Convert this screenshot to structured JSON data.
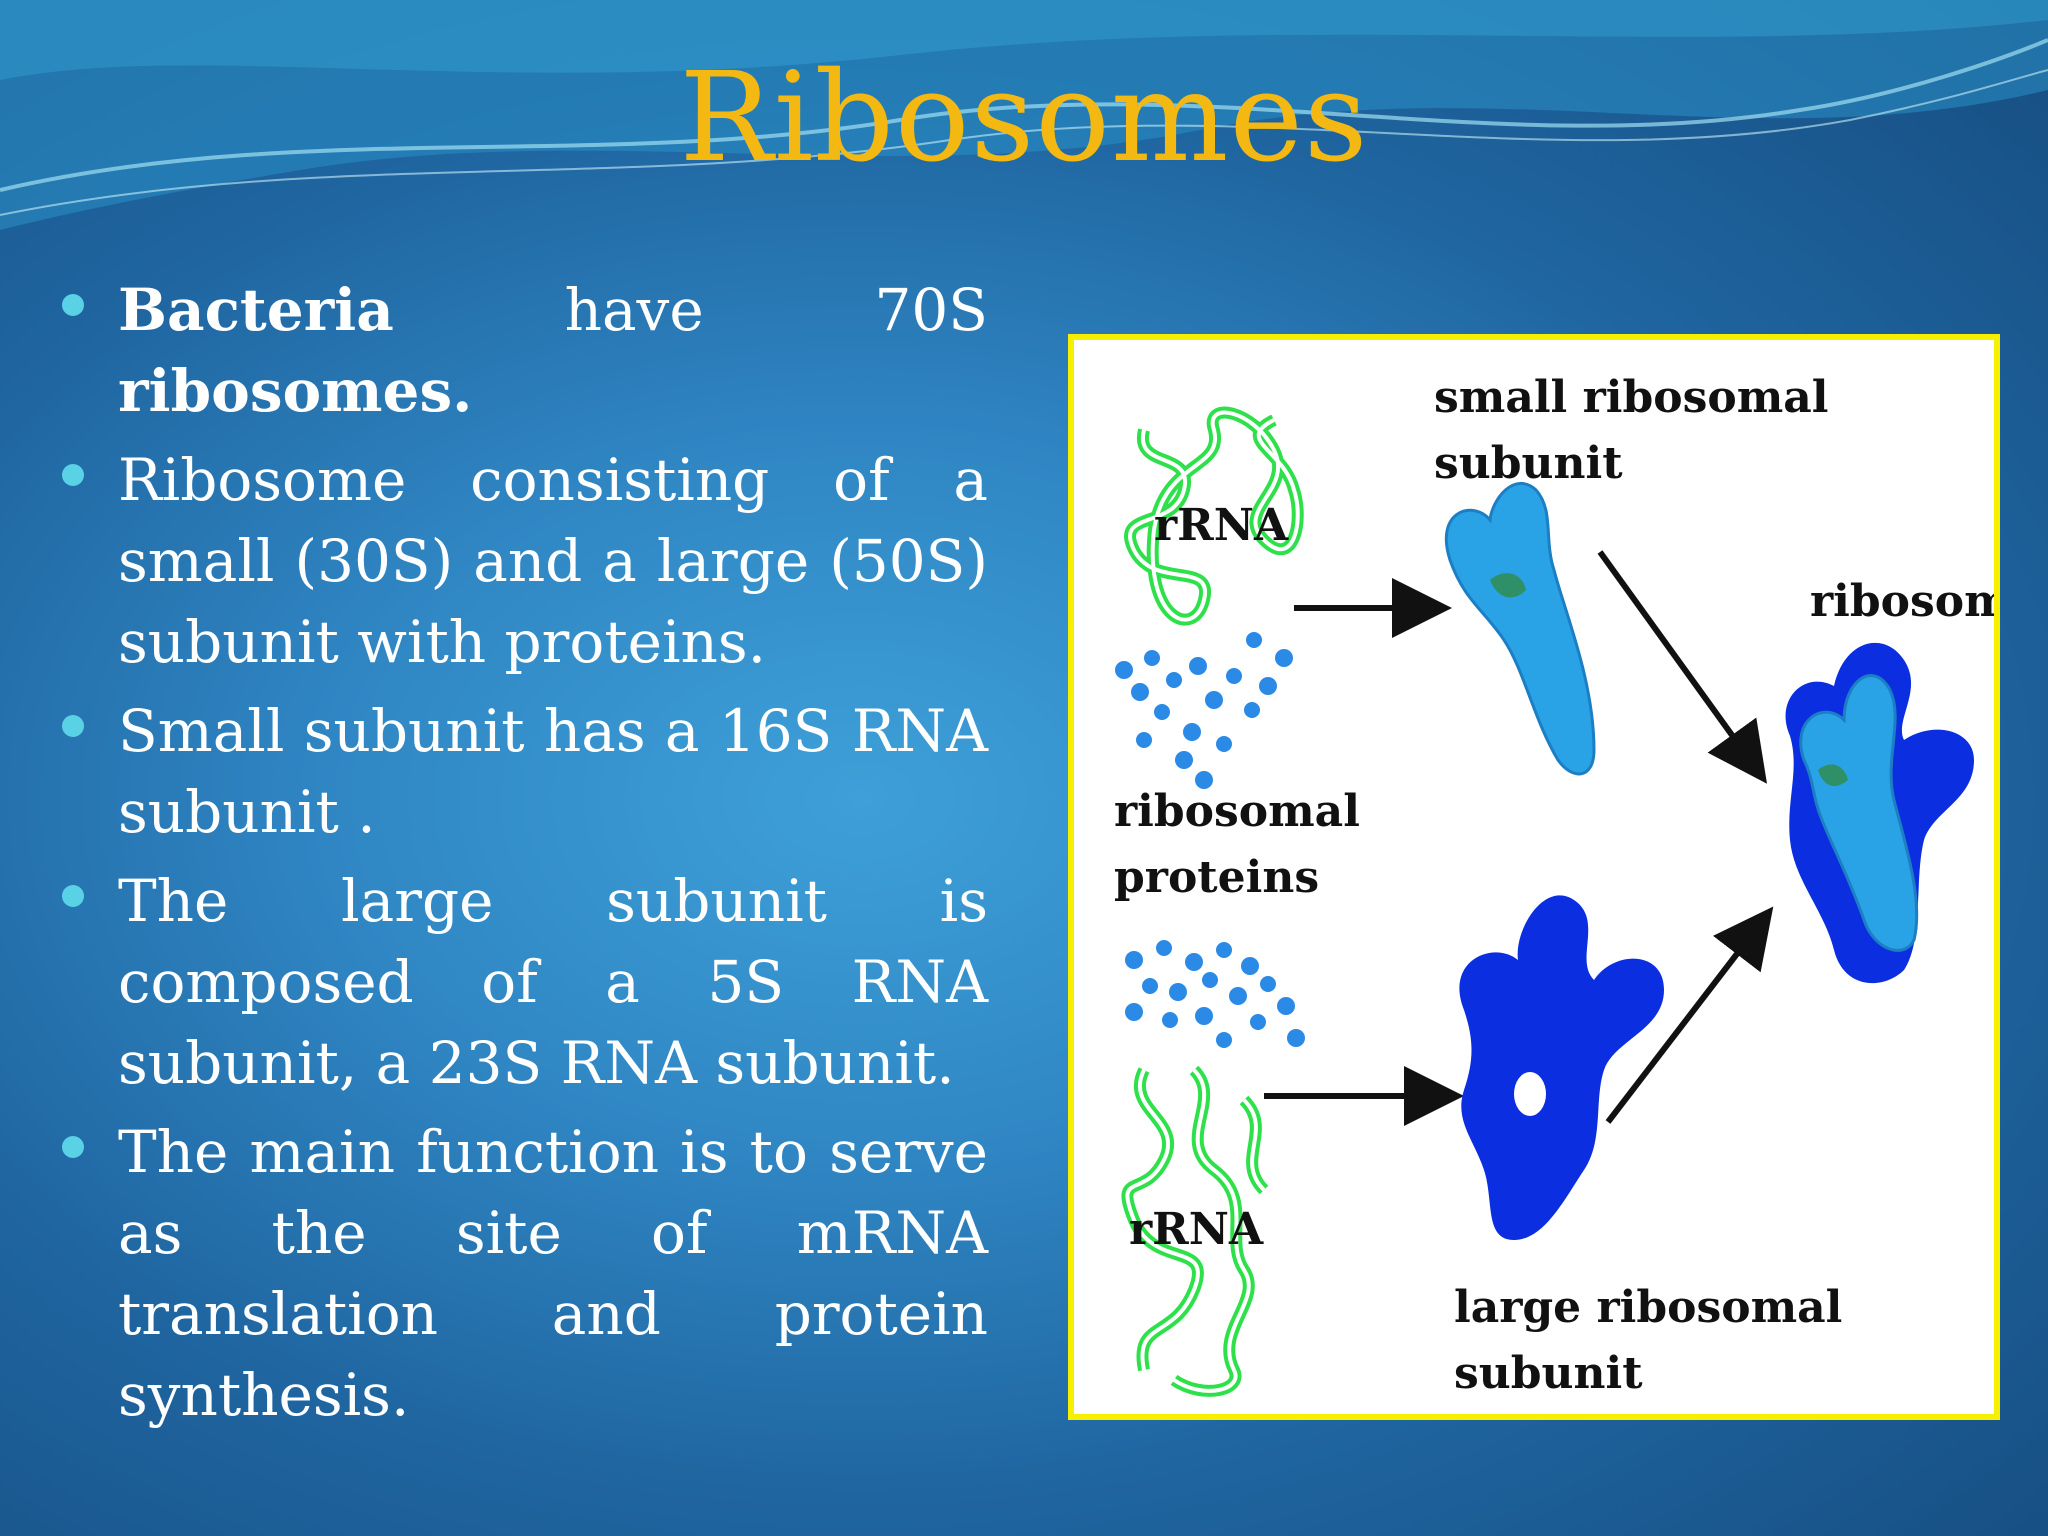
{
  "slide": {
    "title": "Ribosomes",
    "bullets": [
      {
        "bold": "Bacteria",
        "text": " have 70S ",
        "bold2": "ribosomes."
      },
      {
        "text": "Ribosome consisting of a small (30S) and a large (50S) subunit with proteins."
      },
      {
        "text": "Small subunit has a 16S RNA subunit ."
      },
      {
        "text": "The large subunit is composed of a 5S RNA subunit, a 23S RNA subunit."
      },
      {
        "text": "The main function is to serve as the site of mRNA translation and protein synthesis."
      }
    ]
  },
  "figure": {
    "labels": {
      "small_subunit_line1": "small ribosomal",
      "small_subunit_line2": "subunit",
      "rrna_top": "rRNA",
      "ribosome": "ribosome",
      "ribosomal_proteins_line1": "ribosomal",
      "ribosomal_proteins_line2": "proteins",
      "rrna_bottom": "rRNA",
      "large_subunit_line1": "large ribosomal",
      "large_subunit_line2": "subunit"
    },
    "colors": {
      "rrna": "#2ee04a",
      "proteins": "#2a8ae6",
      "small_subunit": "#2aa2e6",
      "large_subunit": "#0a2ee0",
      "frame": "#f6f000",
      "title": "#f4b812",
      "bullet_dot": "#5ad2e6"
    }
  }
}
